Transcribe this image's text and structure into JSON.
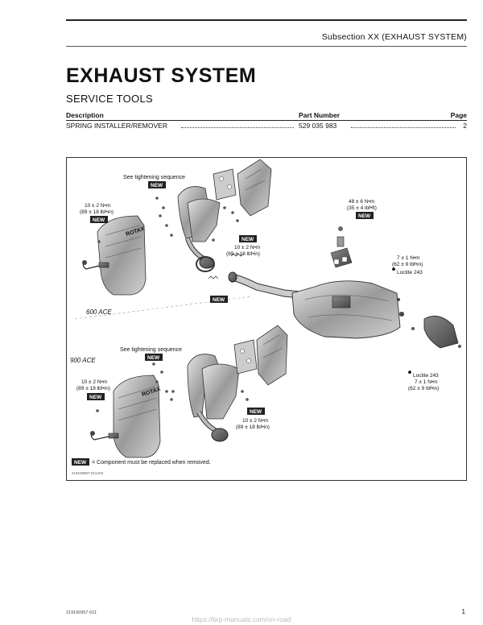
{
  "header": {
    "subsection": "Subsection XX (EXHAUST SYSTEM)"
  },
  "title": "EXHAUST SYSTEM",
  "section_heading": "SERVICE TOOLS",
  "service_tools": {
    "columns": [
      "Description",
      "Part Number",
      "Page"
    ],
    "rows": [
      {
        "description": "SPRING INSTALLER/REMOVER",
        "part_number": "529 035 983",
        "page": "2"
      }
    ]
  },
  "figure": {
    "labels": {
      "tightening_top": "See tightening sequence",
      "tightening_bottom": "See tightening sequence",
      "torque_a_1": "10 ± 2 N•m",
      "torque_a_2": "(89 ± 18 lbf•in)",
      "torque_b_1": "10 ± 2 N•m",
      "torque_b_2": "(89 ± 18 lbf•in)",
      "torque_c_1": "48 ± 6 N•m",
      "torque_c_2": "(35 ± 4 lbf•ft)",
      "torque_d_1": "7 ± 1 N•m",
      "torque_d_2": "(62 ± 9 lbf•in)",
      "loctite_d": "Loctite 243",
      "torque_e_1": "10 ± 2 N•m",
      "torque_e_2": "(89 ± 18 lbf•in)",
      "loctite_f": "Loctite 243",
      "torque_f_1": "7 ± 1 N•m",
      "torque_f_2": "(62 ± 9 lbf•in)",
      "torque_g_1": "10 ± 2 N•m",
      "torque_g_2": "(89 ± 18 lbf•in)",
      "engine_600": "600 ACE",
      "engine_900": "900 ACE",
      "new_badge": "NEW",
      "legend_text": "= Component must be replaced when removed.",
      "figure_code": "219100957-011A02",
      "brand_top": "ROTAX",
      "brand_bottom": "ROTAX"
    }
  },
  "footer": {
    "doc_code": "219100957-011",
    "page_number": "1",
    "source_url": "https://brp-manuals.com/on-road"
  }
}
